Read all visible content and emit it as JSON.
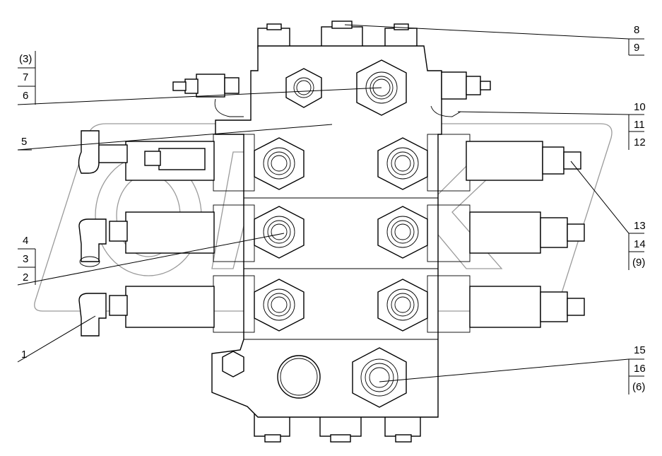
{
  "corner_mark": "",
  "labels": {
    "top_right": [
      "8",
      "9"
    ],
    "top_left": [
      "(3)",
      "7",
      "6"
    ],
    "right_10": [
      "10",
      "11",
      "12"
    ],
    "left_5": "5",
    "right_13": [
      "13",
      "14",
      "(9)"
    ],
    "left_4": [
      "4",
      "3",
      "2"
    ],
    "left_1": "1",
    "bottom_right": [
      "15",
      "16",
      "(6)"
    ]
  }
}
